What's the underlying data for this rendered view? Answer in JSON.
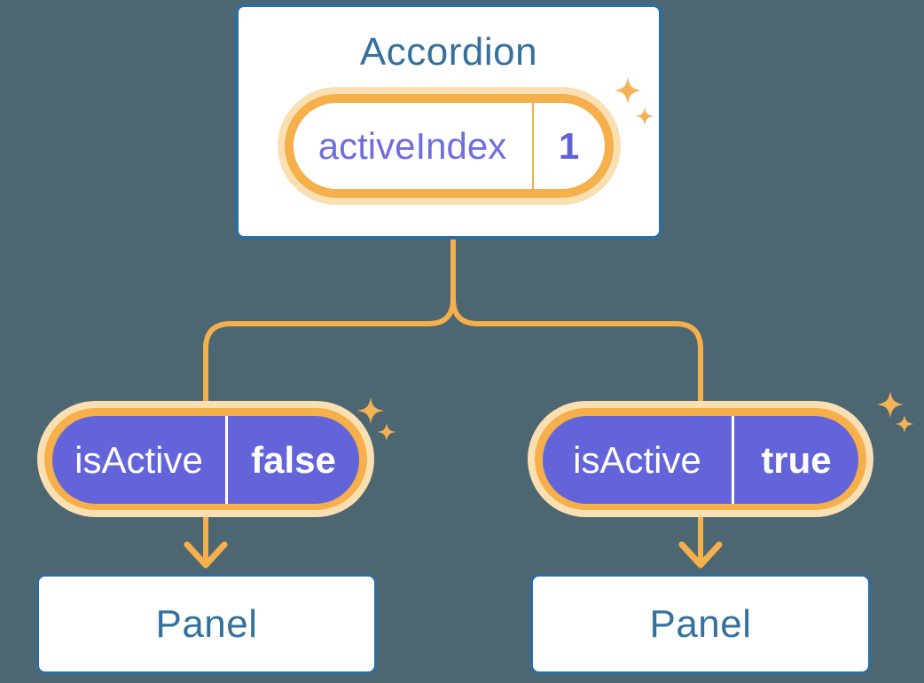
{
  "diagram": {
    "accordion_card": {
      "title": "Accordion",
      "pill": {
        "label": "activeIndex",
        "value": "1"
      }
    },
    "branches": [
      {
        "pill": {
          "label": "isActive",
          "value": "false"
        },
        "panel": "Panel"
      },
      {
        "pill": {
          "label": "isActive",
          "value": "true"
        },
        "panel": "Panel"
      }
    ],
    "colors": {
      "background": "#4C6771",
      "card_border": "#2E6E9E",
      "blue_text": "#35719F",
      "orange_line": "#F5AF4B",
      "orange_glow": "#FADFB2",
      "purple_fill": "#6464DA",
      "purple_label_text": "#6E6EE1",
      "purple_value_text": "#6161D6",
      "sparkle": "#F5B155",
      "white": "#FFFFFF"
    },
    "icons": {
      "sparkle": "four-point-star",
      "arrow": "chevron-arrow-down"
    }
  }
}
